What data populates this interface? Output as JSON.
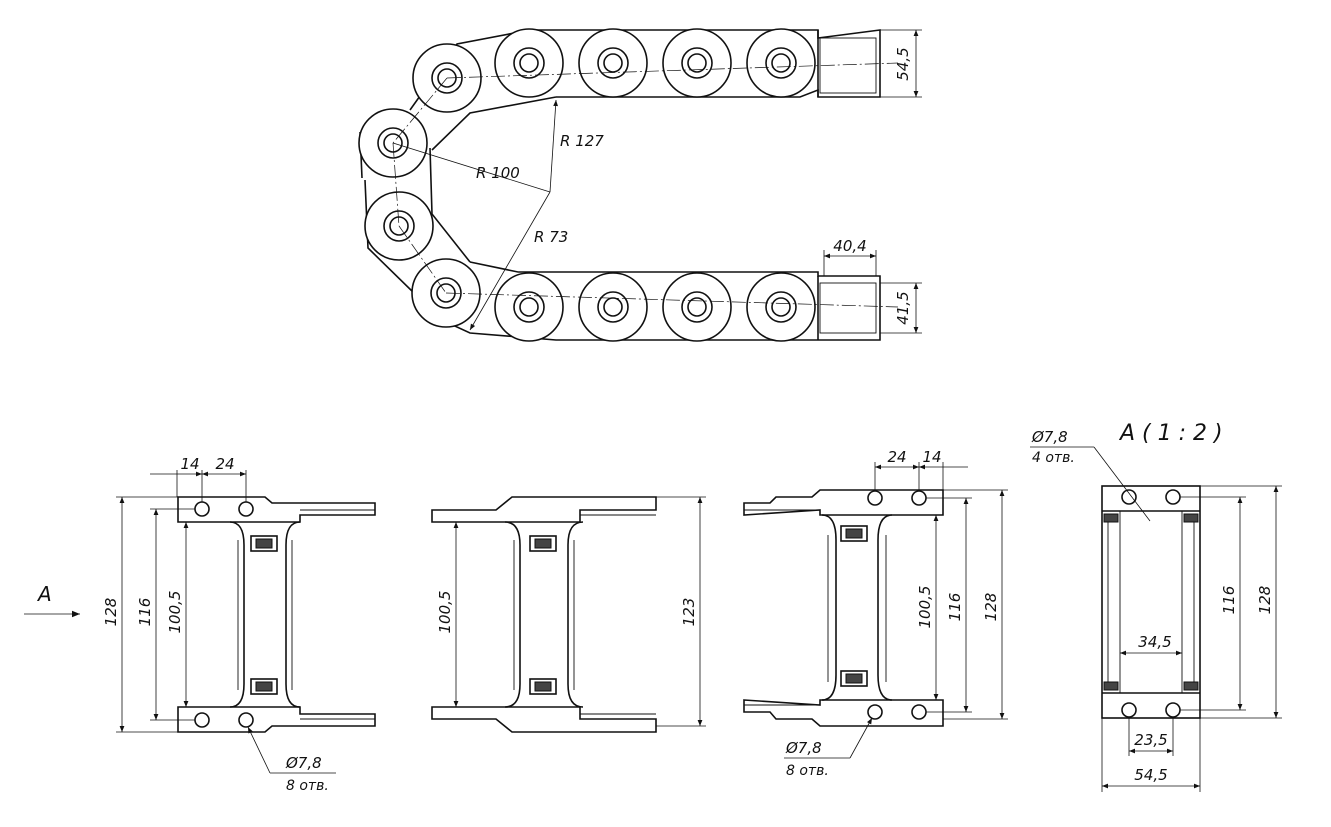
{
  "top_view": {
    "dims": {
      "height_outer": "54,5",
      "height_inner": "41,5",
      "width": "40,4",
      "r_outer": "R 127",
      "r_mid": "R 100",
      "r_inner": "R 73"
    }
  },
  "view1": {
    "dims": {
      "pitch_a": "14",
      "pitch_b": "24",
      "h128": "128",
      "h116": "116",
      "h1005": "100,5"
    },
    "hole_callout": {
      "diameter": "Ø7,8",
      "count": "8 отв."
    },
    "arrow_label": "A"
  },
  "view2": {
    "dims": {
      "h1005": "100,5",
      "h123": "123"
    }
  },
  "view3": {
    "dims": {
      "pitch_b": "24",
      "pitch_a": "14",
      "h1005": "100,5",
      "h116": "116",
      "h128": "128"
    },
    "hole_callout": {
      "diameter": "Ø7,8",
      "count": "8 отв."
    }
  },
  "view_a": {
    "title": "A ( 1 : 2 )",
    "hole_callout": {
      "diameter": "Ø7,8",
      "count": "4 отв."
    },
    "dims": {
      "h116": "116",
      "h128": "128",
      "w345": "34,5",
      "w235": "23,5",
      "w545": "54,5"
    }
  }
}
